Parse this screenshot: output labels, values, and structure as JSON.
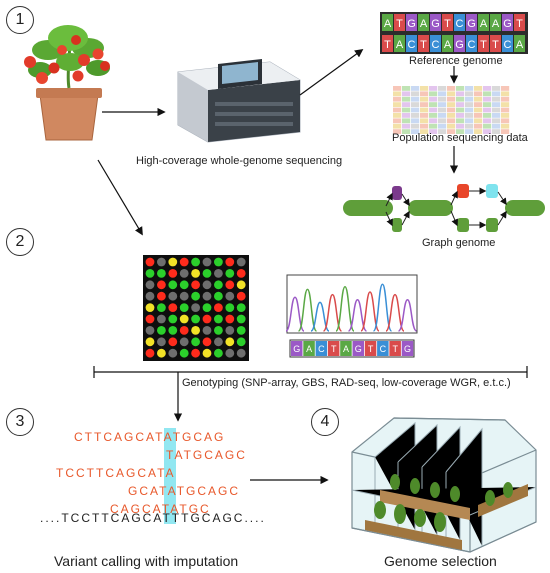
{
  "steps": [
    "1",
    "2",
    "3",
    "4"
  ],
  "labels": {
    "sequencing": "High-coverage whole-genome sequencing",
    "reference": "Reference genome",
    "population": "Population sequencing data",
    "graph": "Graph genome",
    "genotyping": "Genotyping (SNP-array, GBS, RAD-seq, low-coverage WGR, e.t.c.)",
    "variant_calling": "Variant calling with imputation",
    "genome_selection": "Genome selection"
  },
  "reference_bases_top": [
    "A",
    "T",
    "G",
    "A",
    "G",
    "T",
    "C",
    "G",
    "A",
    "A",
    "G",
    "T"
  ],
  "reference_bases_bottom": [
    "T",
    "A",
    "C",
    "T",
    "C",
    "A",
    "G",
    "C",
    "T",
    "T",
    "C",
    "A"
  ],
  "chromatogram_bases": [
    "G",
    "A",
    "C",
    "T",
    "A",
    "G",
    "T",
    "C",
    "T",
    "G"
  ],
  "reads": [
    {
      "left": "CTTCAGCAT",
      "hit": "A",
      "right": "TGCAG"
    },
    {
      "left": "",
      "hit": "T",
      "right": "ATGCAGC"
    },
    {
      "left": "TCCTTCAGCAT",
      "hit": "A",
      "right": ""
    },
    {
      "left": "GCAT",
      "hit": "A",
      "right": "TGCAGC"
    },
    {
      "left": "CAGCAT",
      "hit": "A",
      "right": "TGC"
    }
  ],
  "consensus": {
    "left": "....TCCTTCAGCAT",
    "hit": "T",
    "right": "TGCAGC...."
  },
  "colors": {
    "base_A": "#5aa845",
    "base_T": "#d94b4b",
    "base_G": "#9b59c6",
    "base_C": "#3a8fd6",
    "highlight": "#7fe3ee",
    "read_text": "#e8582b",
    "graph_green": "#5f9e3a",
    "graph_purple": "#7b3a8c",
    "graph_red": "#e8462a",
    "graph_cyan": "#7fe3ee"
  }
}
